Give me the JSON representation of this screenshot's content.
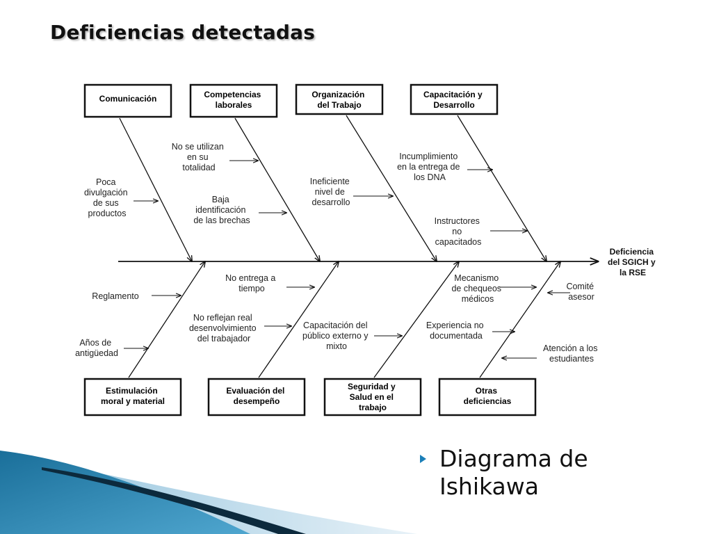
{
  "slide": {
    "title": "Deficiencias detectadas",
    "bullet": "Diagrama de Ishikawa"
  },
  "colors": {
    "accent": "#1b7fb8",
    "line": "#111111",
    "wave_dark": "#0c2a3d",
    "wave_light": "#cfe3ee"
  },
  "diagram": {
    "effect": [
      "Deficiencia",
      "del SGICH y",
      "la RSE"
    ],
    "top_categories": [
      {
        "label": [
          "Comunicación"
        ]
      },
      {
        "label": [
          "Competencias",
          "laborales"
        ]
      },
      {
        "label": [
          "Organización",
          "del Trabajo"
        ]
      },
      {
        "label": [
          "Capacitación y",
          "Desarrollo"
        ]
      }
    ],
    "bottom_categories": [
      {
        "label": [
          "Estimulación",
          "moral y material"
        ]
      },
      {
        "label": [
          "Evaluación del",
          "desempeño"
        ]
      },
      {
        "label": [
          "Seguridad y",
          "Salud en el",
          "trabajo"
        ]
      },
      {
        "label": [
          "Otras",
          "deficiencias"
        ]
      }
    ],
    "causes": {
      "comunicacion": [
        [
          "Poca",
          "divulgación",
          "de sus",
          "productos"
        ]
      ],
      "competencias": [
        [
          "No se utilizan",
          "en su",
          "totalidad"
        ],
        [
          "Baja",
          "identificación",
          "de las brechas"
        ]
      ],
      "organizacion": [
        [
          "Ineficiente",
          "nivel de",
          "desarrollo"
        ]
      ],
      "capacitacion": [
        [
          "Incumplimiento",
          "en la entrega de",
          "los DNA"
        ],
        [
          "Instructores",
          "no",
          "capacitados"
        ]
      ],
      "estimulacion": [
        [
          "Reglamento"
        ],
        [
          "Años de",
          "antigüedad"
        ]
      ],
      "evaluacion": [
        [
          "No entrega a",
          "tiempo"
        ],
        [
          "No reflejan real",
          "desenvolvimiento",
          "del trabajador"
        ]
      ],
      "seguridad": [
        [
          "Capacitación del",
          "público externo y",
          "mixto"
        ]
      ],
      "otras": [
        [
          "Mecanismo",
          "de chequeos",
          "médicos"
        ],
        [
          "Experiencia no",
          "documentada"
        ],
        [
          "Comité",
          "asesor"
        ],
        [
          "Atención a los",
          "estudiantes"
        ]
      ]
    }
  }
}
